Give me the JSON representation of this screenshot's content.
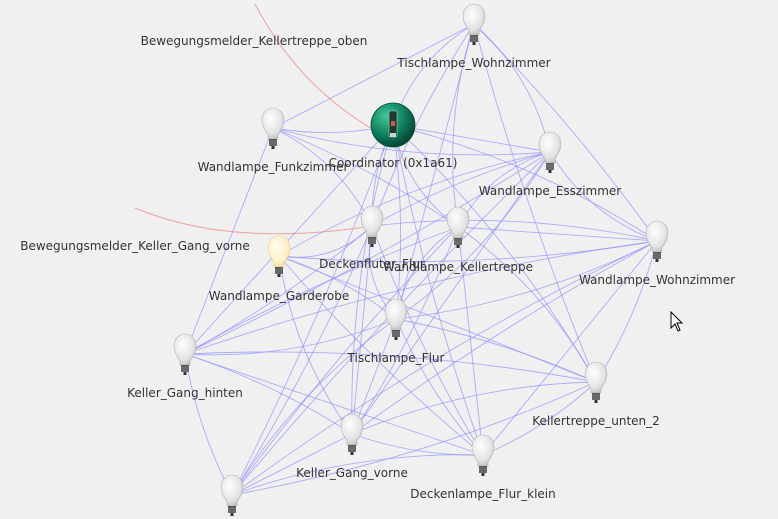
{
  "map": {
    "nodes": [
      {
        "id": "coord",
        "label": "Coordinator (0x1a61)",
        "kind": "coordinator"
      },
      {
        "id": "bm_oben",
        "label": "Bewegungsmelder_Kellertreppe_oben",
        "kind": "sensor"
      },
      {
        "id": "bm_keller",
        "label": "Bewegungsmelder_Keller_Gang_vorne",
        "kind": "sensor"
      },
      {
        "id": "tisch_wz",
        "label": "Tischlampe_Wohnzimmer",
        "kind": "bulb"
      },
      {
        "id": "wand_funk",
        "label": "Wandlampe_Funkzimmer",
        "kind": "bulb"
      },
      {
        "id": "wand_ess",
        "label": "Wandlampe_Esszimmer",
        "kind": "bulb"
      },
      {
        "id": "decke_flur",
        "label": "Deckenfluter_Flur",
        "kind": "bulb"
      },
      {
        "id": "wand_kt",
        "label": "Wandlampe_Kellertreppe",
        "kind": "bulb"
      },
      {
        "id": "wand_wz",
        "label": "Wandlampe_Wohnzimmer",
        "kind": "bulb"
      },
      {
        "id": "wand_gard",
        "label": "Wandlampe_Garderobe",
        "kind": "bulb_on"
      },
      {
        "id": "tisch_flur",
        "label": "Tischlampe_Flur",
        "kind": "bulb"
      },
      {
        "id": "keller_hinten",
        "label": "Keller_Gang_hinten",
        "kind": "bulb"
      },
      {
        "id": "kt_unten2",
        "label": "Kellertreppe_unten_2",
        "kind": "bulb"
      },
      {
        "id": "keller_vorne",
        "label": "Keller_Gang_vorne",
        "kind": "bulb"
      },
      {
        "id": "decke_klein",
        "label": "Deckenlampe_Flur_klein",
        "kind": "bulb"
      },
      {
        "id": "bottom_bulb",
        "label": "",
        "kind": "bulb"
      }
    ],
    "links": [
      [
        "coord",
        "tisch_wz"
      ],
      [
        "coord",
        "wand_funk"
      ],
      [
        "coord",
        "wand_ess"
      ],
      [
        "coord",
        "decke_flur"
      ],
      [
        "coord",
        "wand_kt"
      ],
      [
        "coord",
        "wand_wz"
      ],
      [
        "coord",
        "tisch_flur"
      ],
      [
        "coord",
        "keller_hinten"
      ],
      [
        "coord",
        "decke_klein"
      ],
      [
        "coord",
        "keller_vorne"
      ],
      [
        "coord",
        "kt_unten2"
      ],
      [
        "coord",
        "bottom_bulb"
      ],
      [
        "tisch_wz",
        "wand_funk"
      ],
      [
        "tisch_wz",
        "decke_flur"
      ],
      [
        "tisch_wz",
        "wand_kt"
      ],
      [
        "tisch_wz",
        "wand_ess"
      ],
      [
        "tisch_wz",
        "wand_wz"
      ],
      [
        "tisch_wz",
        "tisch_flur"
      ],
      [
        "tisch_wz",
        "kt_unten2"
      ],
      [
        "wand_funk",
        "wand_ess"
      ],
      [
        "wand_funk",
        "decke_flur"
      ],
      [
        "wand_funk",
        "wand_kt"
      ],
      [
        "wand_funk",
        "keller_hinten"
      ],
      [
        "wand_ess",
        "decke_flur"
      ],
      [
        "wand_ess",
        "wand_kt"
      ],
      [
        "wand_ess",
        "tisch_flur"
      ],
      [
        "wand_ess",
        "keller_hinten"
      ],
      [
        "wand_ess",
        "keller_vorne"
      ],
      [
        "wand_ess",
        "bottom_bulb"
      ],
      [
        "wand_ess",
        "wand_gard"
      ],
      [
        "decke_flur",
        "wand_wz"
      ],
      [
        "decke_flur",
        "keller_hinten"
      ],
      [
        "decke_flur",
        "keller_vorne"
      ],
      [
        "decke_flur",
        "decke_klein"
      ],
      [
        "decke_flur",
        "tisch_flur"
      ],
      [
        "decke_flur",
        "wand_gard"
      ],
      [
        "decke_flur",
        "bottom_bulb"
      ],
      [
        "wand_kt",
        "wand_wz"
      ],
      [
        "wand_kt",
        "keller_hinten"
      ],
      [
        "wand_kt",
        "tisch_flur"
      ],
      [
        "wand_kt",
        "kt_unten2"
      ],
      [
        "wand_kt",
        "keller_vorne"
      ],
      [
        "wand_kt",
        "decke_klein"
      ],
      [
        "wand_kt",
        "bottom_bulb"
      ],
      [
        "wand_wz",
        "keller_hinten"
      ],
      [
        "wand_wz",
        "tisch_flur"
      ],
      [
        "wand_wz",
        "kt_unten2"
      ],
      [
        "wand_wz",
        "decke_klein"
      ],
      [
        "wand_wz",
        "keller_vorne"
      ],
      [
        "wand_wz",
        "bottom_bulb"
      ],
      [
        "wand_wz",
        "wand_gard"
      ],
      [
        "wand_gard",
        "tisch_flur"
      ],
      [
        "wand_gard",
        "kt_unten2"
      ],
      [
        "wand_gard",
        "decke_klein"
      ],
      [
        "wand_gard",
        "keller_vorne"
      ],
      [
        "tisch_flur",
        "keller_hinten"
      ],
      [
        "tisch_flur",
        "kt_unten2"
      ],
      [
        "tisch_flur",
        "keller_vorne"
      ],
      [
        "tisch_flur",
        "decke_klein"
      ],
      [
        "tisch_flur",
        "bottom_bulb"
      ],
      [
        "keller_hinten",
        "kt_unten2"
      ],
      [
        "keller_hinten",
        "keller_vorne"
      ],
      [
        "keller_hinten",
        "decke_klein"
      ],
      [
        "keller_hinten",
        "bottom_bulb"
      ],
      [
        "kt_unten2",
        "keller_vorne"
      ],
      [
        "kt_unten2",
        "bottom_bulb"
      ],
      [
        "kt_unten2",
        "decke_klein"
      ],
      [
        "keller_vorne",
        "bottom_bulb"
      ],
      [
        "keller_vorne",
        "decke_klein"
      ],
      [
        "decke_klein",
        "bottom_bulb"
      ],
      [
        "wand_wz",
        "wand_ess"
      ]
    ],
    "sensor_links": [
      [
        "bm_oben",
        "coord"
      ],
      [
        "bm_keller",
        "decke_flur"
      ]
    ],
    "colors": {
      "background": "#f0f0f0",
      "link": "#8f8fff",
      "sensor_link": "#f08080",
      "label": "#333333",
      "coordinator": "#0d7a5a"
    }
  }
}
